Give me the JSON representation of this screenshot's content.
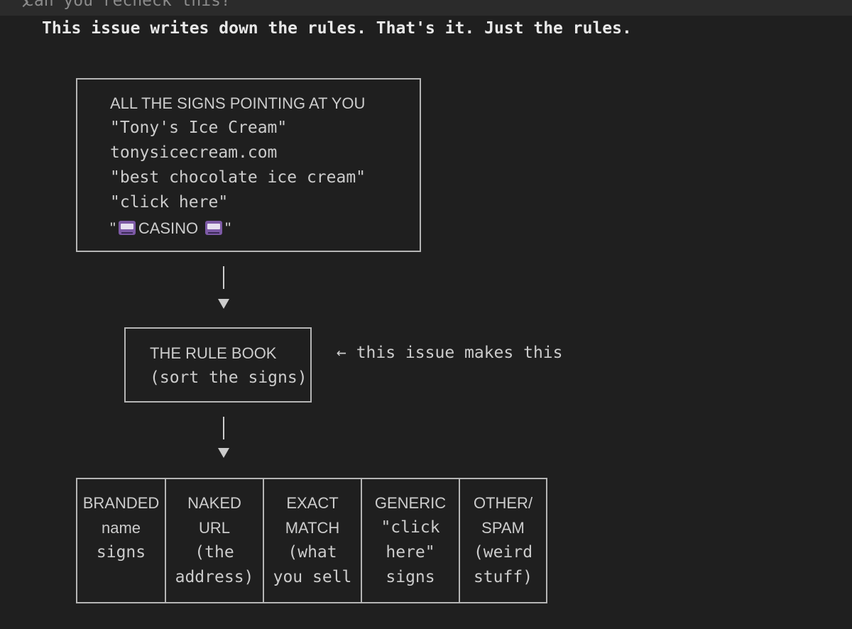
{
  "terminal": {
    "prompt_text": "can you recheck this?",
    "headline": "This issue writes down the rules. That's it. Just the rules."
  },
  "signs_box": {
    "title": "ALL THE SIGNS POINTING AT YOU",
    "lines": [
      "\"Tony's Ice Cream\"",
      "tonysicecream.com",
      "\"best chocolate ice cream\"",
      "\"click here\""
    ],
    "casino_quote_open": "\"",
    "casino_label": "CASINO",
    "casino_quote_close": "\"",
    "casino_icon": "slot-machine-icon"
  },
  "rule_book_box": {
    "title": "THE RULE BOOK",
    "subtitle": "(sort the signs)",
    "note": "← this issue makes this"
  },
  "categories": [
    {
      "lines": [
        "BRANDED",
        "name",
        "signs"
      ]
    },
    {
      "lines": [
        "NAKED",
        "URL",
        "(the",
        "address)"
      ]
    },
    {
      "lines": [
        "EXACT",
        "MATCH",
        "(what",
        "you sell"
      ]
    },
    {
      "lines": [
        "GENERIC",
        "\"click",
        "here\"",
        "signs"
      ]
    },
    {
      "lines": [
        "OTHER/",
        "SPAM",
        "(weird",
        "stuff)"
      ]
    }
  ],
  "colors": {
    "background": "#1f1f1f",
    "text": "#cccccc",
    "box_lines": "#b5b5b5"
  }
}
